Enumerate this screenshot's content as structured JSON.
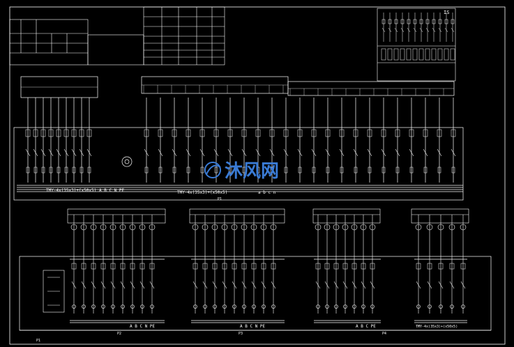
{
  "watermark": {
    "text": "沐风网",
    "color": "#3a7bd5"
  },
  "colors": {
    "background": "#000000",
    "lines": "#ffffff"
  },
  "upper_panel": {
    "bus_label_left": "TMY-4x(35x3)+(x50x5)",
    "bus_phases_left": "A B C N PE",
    "bus_label_right": "TMY-4x(35x3)+(x50x5)",
    "bus_phases_right": "a b c n",
    "label": "P1"
  },
  "lower_panels": [
    {
      "label": "P2",
      "bus_phases": "A B C N PE"
    },
    {
      "label": "P3",
      "bus_phases": "A B C N PE"
    },
    {
      "label": "P4",
      "bus_phases": "A B C PE",
      "bus_label": "TMY-4x(35x3)+(x50x5)"
    }
  ],
  "corner_label": "P1",
  "top_right_marker": "IS"
}
